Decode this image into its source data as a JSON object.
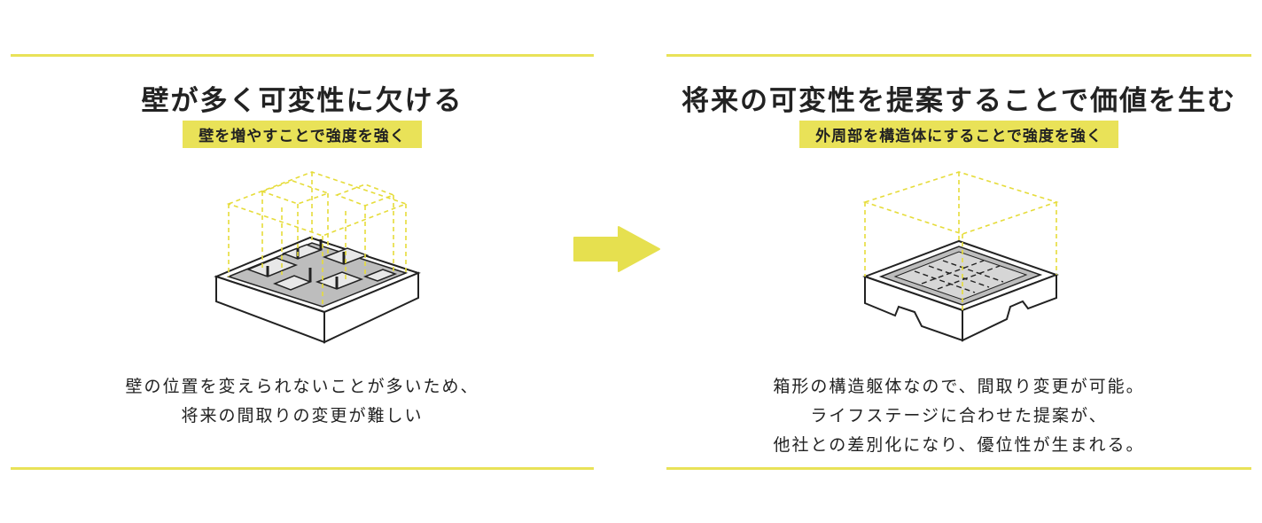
{
  "left": {
    "title": "壁が多く可変性に欠ける",
    "badge": "壁を増やすことで強度を強く",
    "description": [
      "壁の位置を変えられないことが多いため、",
      "将来の間取りの変更が難しい"
    ]
  },
  "right": {
    "title": "将来の可変性を提案することで価値を生む",
    "badge": "外周部を構造体にすることで強度を強く",
    "description": [
      "箱形の構造躯体なので、間取り変更が可能。",
      "ライフステージに合わせた提案が、",
      "他社との差別化になり、優位性が生まれる。"
    ]
  },
  "colors": {
    "accent": "#e9e258",
    "text": "#222222",
    "floor": "#bdbdbd",
    "arrow": "#e6e04f"
  }
}
